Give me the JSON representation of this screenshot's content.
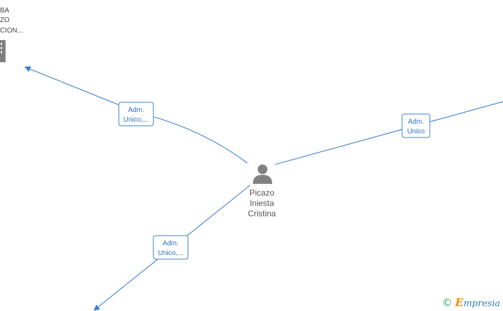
{
  "center_node": {
    "name_lines": [
      "Picazo",
      "Iniesta",
      "Cristina"
    ],
    "icon": "person-icon"
  },
  "company_node": {
    "name_lines": [
      "BA",
      "ZO",
      "CION..."
    ],
    "icon": "building-icon"
  },
  "edges": [
    {
      "label_lines": [
        "Adm.",
        "Unico,..."
      ]
    },
    {
      "label_lines": [
        "Adm.",
        "Unico"
      ]
    },
    {
      "label_lines": [
        "Adm.",
        "Unico,..."
      ]
    }
  ],
  "watermark": {
    "copyright_symbol": "©",
    "brand_first": "E",
    "brand_rest": "mpresia"
  },
  "colors": {
    "edge": "#3a7fd0",
    "label_text": "#2e6fc4",
    "node_text": "#555555",
    "icon": "#808080",
    "brand_orange": "#f28c00",
    "brand_blue": "#2c7bbf",
    "copyright_green": "#3aa36a"
  }
}
